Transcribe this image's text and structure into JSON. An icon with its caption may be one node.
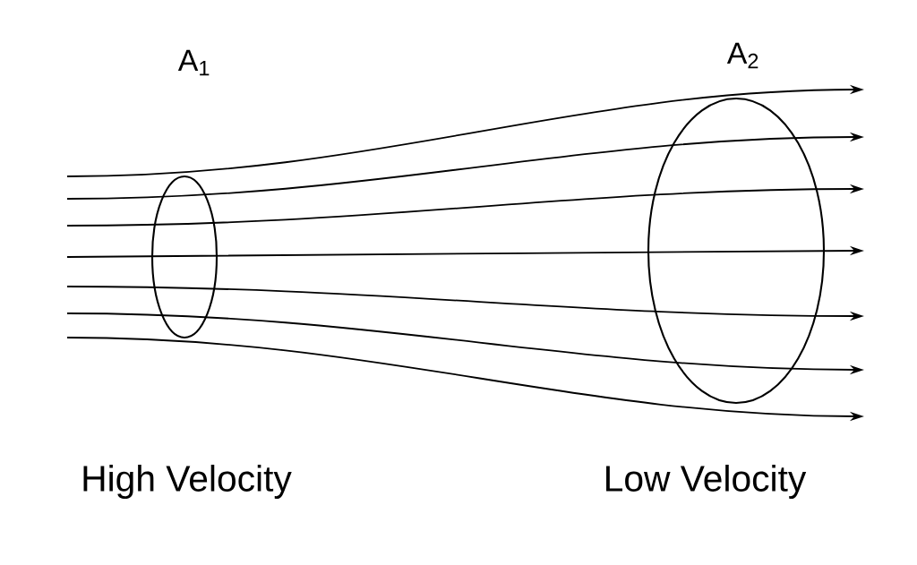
{
  "diagram": {
    "nodes": [
      {
        "text": [
          "A$_{1}$"
        ]
      },
      {
        "text": [
          "A$_{2}$"
        ]
      }
    ],
    "labels": [
      "High Velocity",
      "Low Velocity"
    ]
  }
}
